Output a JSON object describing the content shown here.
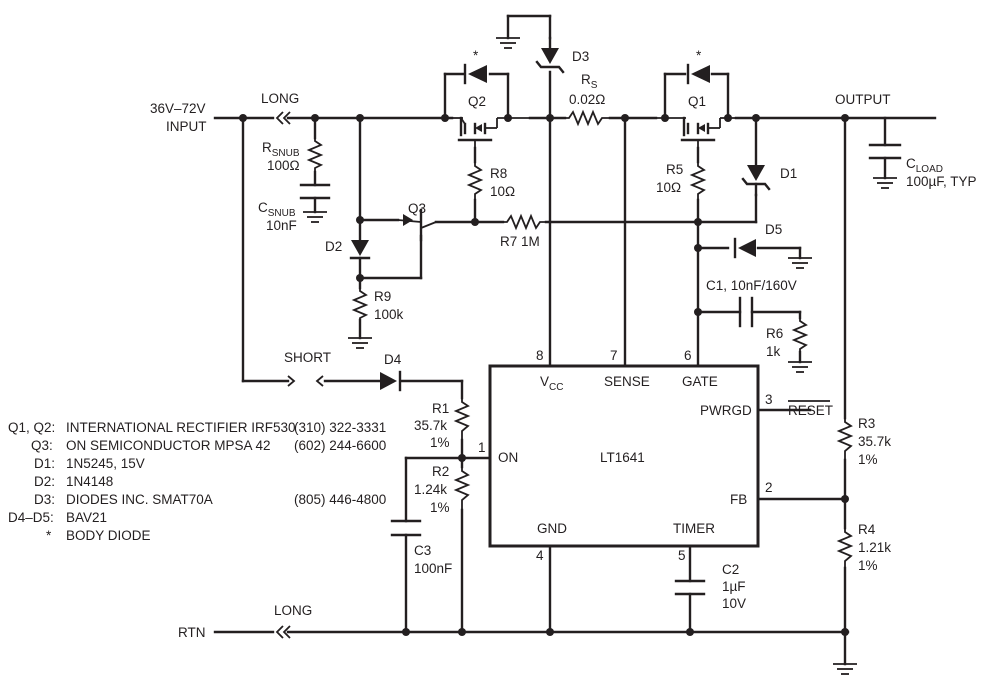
{
  "terminals": {
    "input_voltage": "36V–72V",
    "input_label": "INPUT",
    "output_label": "OUTPUT",
    "rtn_label": "RTN",
    "long_top": "LONG",
    "long_bottom": "LONG",
    "short": "SHORT"
  },
  "components": {
    "rsnub_name": "R",
    "rsnub_sub": "SNUB",
    "rsnub_value": "100Ω",
    "csnub_name": "C",
    "csnub_sub": "SNUB",
    "csnub_value": "10nF",
    "d2": "D2",
    "q3": "Q3",
    "r9": "R9",
    "r9_value": "100k",
    "q2": "Q2",
    "q2_star": "*",
    "r8": "R8",
    "r8_value": "10Ω",
    "r7": "R7  1M",
    "d3": "D3",
    "rs_name": "R",
    "rs_sub": "S",
    "rs_value": "0.02Ω",
    "q1": "Q1",
    "q1_star": "*",
    "r5": "R5",
    "r5_value": "10Ω",
    "d1": "D1",
    "d5": "D5",
    "c1": "C1, 10nF/160V",
    "r6": "R6",
    "r6_value": "1k",
    "cload_name": "C",
    "cload_sub": "LOAD",
    "cload_value": "100µF, TYP",
    "d4": "D4",
    "r1": "R1",
    "r1_value": "35.7k",
    "r1_tol": "1%",
    "r2": "R2",
    "r2_value": "1.24k",
    "r2_tol": "1%",
    "c3": "C3",
    "c3_value": "100nF",
    "c2": "C2",
    "c2_value": "1µF",
    "c2_voltage": "10V",
    "r3": "R3",
    "r3_value": "35.7k",
    "r3_tol": "1%",
    "r4": "R4",
    "r4_value": "1.21k",
    "r4_tol": "1%",
    "reset": "RESET"
  },
  "chip": {
    "name": "LT1641",
    "pin_vcc": "V",
    "pin_vcc_sub": "CC",
    "pin_sense": "SENSE",
    "pin_gate": "GATE",
    "pin_pwrgd": "PWRGD",
    "pin_on": "ON",
    "pin_fb": "FB",
    "pin_gnd": "GND",
    "pin_timer": "TIMER",
    "num_vcc": "8",
    "num_sense": "7",
    "num_gate": "6",
    "num_pwrgd": "3",
    "num_on": "1",
    "num_fb": "2",
    "num_gnd": "4",
    "num_timer": "5"
  },
  "bom": [
    {
      "ref": "Q1, Q2:",
      "part": "INTERNATIONAL RECTIFIER  IRF530",
      "phone": "(310) 322-3331"
    },
    {
      "ref": "Q3:",
      "part": "ON SEMICONDUCTOR MPSA 42",
      "phone": "(602) 244-6600"
    },
    {
      "ref": "D1:",
      "part": "1N5245, 15V",
      "phone": ""
    },
    {
      "ref": "D2:",
      "part": "1N4148",
      "phone": ""
    },
    {
      "ref": "D3:",
      "part": "DIODES INC. SMAT70A",
      "phone": "(805) 446-4800"
    },
    {
      "ref": "D4–D5:",
      "part": "BAV21",
      "phone": ""
    },
    {
      "ref": "*",
      "part": "BODY DIODE",
      "phone": ""
    }
  ]
}
